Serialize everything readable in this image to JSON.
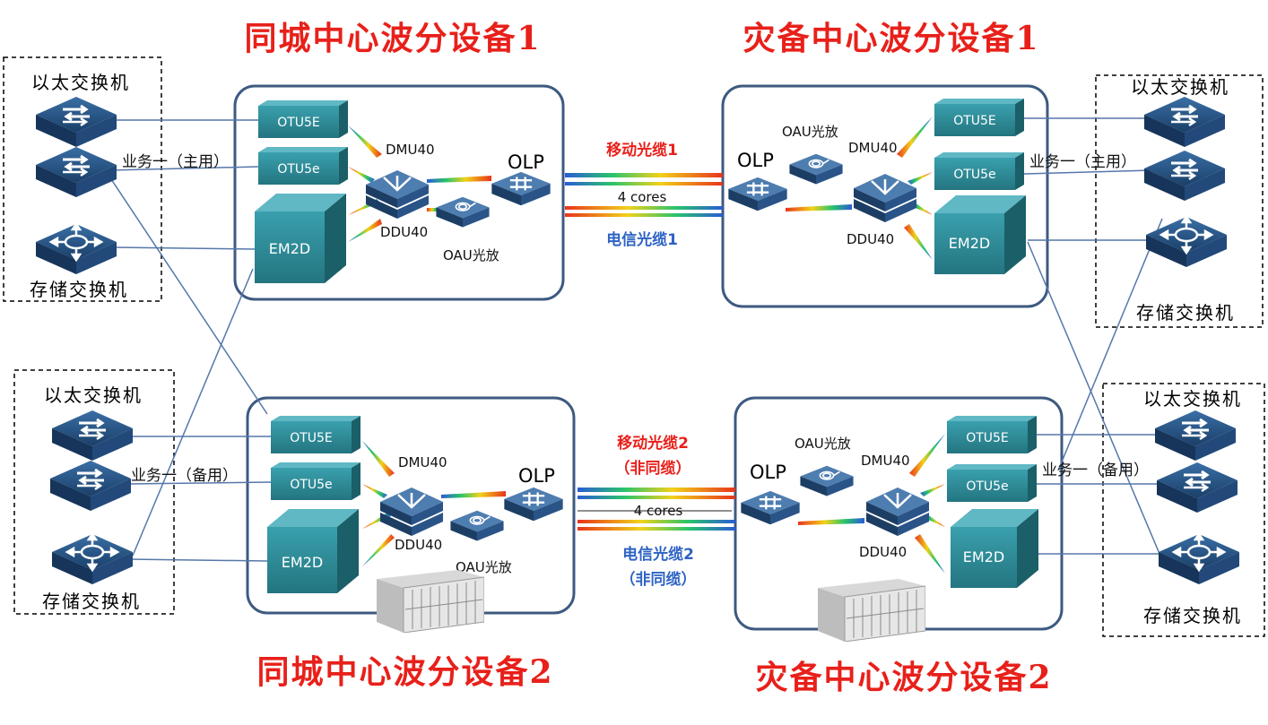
{
  "titles": {
    "tl": "同城中心波分设备1",
    "tr": "灾备中心波分设备1",
    "bl": "同城中心波分设备2",
    "br": "灾备中心波分设备2"
  },
  "modules": {
    "otu5e_upper": "OTU5E",
    "otu5e_lower": "OTU5e",
    "em2d": "EM2D",
    "dmu40": "DMU40",
    "ddu40": "DDU40",
    "olp": "OLP",
    "oau": "OAU光放"
  },
  "switches": {
    "ethernet": "以太交换机",
    "storage": "存储交换机"
  },
  "services": {
    "primary": "业务一（主用）",
    "backup": "业务一（备用）"
  },
  "cables": {
    "mobile1": "移动光缆1",
    "telecom1": "电信光缆1",
    "mobile2": "移动光缆2",
    "telecom2": "电信光缆2",
    "non_same": "（非同缆）",
    "cores": "4 cores"
  },
  "colors": {
    "title_red": "#e8201a",
    "cable_blue": "#2e63c4",
    "panel_border": "#3d5a80",
    "module_teal": "#2f8c98",
    "switch_navy": "#1f4f80"
  },
  "icons": [
    "ethernet-switch-icon",
    "storage-switch-icon",
    "otu-board-icon",
    "em2d-board-icon",
    "demux-icon",
    "olp-icon",
    "oau-amplifier-icon",
    "chassis-icon"
  ]
}
